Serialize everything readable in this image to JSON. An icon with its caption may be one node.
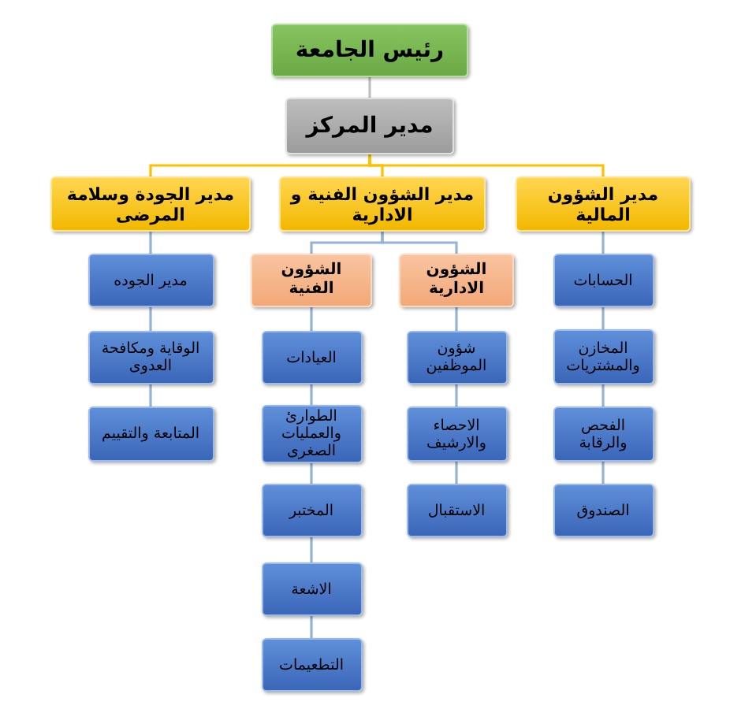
{
  "diagram": {
    "nodes": [
      {
        "text": [
          "رئيس الجامعة"
        ]
      },
      {
        "text": [
          "مدير المركز"
        ]
      },
      {
        "text": [
          "مدير الشؤون المالية"
        ]
      },
      {
        "text": [
          "مدير الشؤون الفنية و الادارية"
        ]
      },
      {
        "text": [
          "مدير الجودة وسلامة المرضى"
        ]
      },
      {
        "text": [
          "الحسابات"
        ]
      },
      {
        "text": [
          "المخازن والمشتريات"
        ]
      },
      {
        "text": [
          "الفحص والرقابة"
        ]
      },
      {
        "text": [
          "الصندوق"
        ]
      },
      {
        "text": [
          "الشؤون الادارية"
        ]
      },
      {
        "text": [
          "شؤون الموظفين"
        ]
      },
      {
        "text": [
          "الاحصاء والارشيف"
        ]
      },
      {
        "text": [
          "الاستقبال"
        ]
      },
      {
        "text": [
          "الشؤون الفنية"
        ]
      },
      {
        "text": [
          "العيادات"
        ]
      },
      {
        "text": [
          "الطوارئ والعمليات الصغرى"
        ]
      },
      {
        "text": [
          "المختبر"
        ]
      },
      {
        "text": [
          "الاشعة"
        ]
      },
      {
        "text": [
          "التطعيمات"
        ]
      },
      {
        "text": [
          "مدير الجوده"
        ]
      },
      {
        "text": [
          "الوقاية ومكافحة العدوى"
        ]
      },
      {
        "text": [
          "المتابعة والتقييم"
        ]
      }
    ],
    "edges": [
      {
        "from": 0,
        "to": 1,
        "arrow": "none",
        "color": "#bfbfbf"
      },
      {
        "from": 1,
        "to": 2,
        "arrow": "none",
        "color": "#ffc000"
      },
      {
        "from": 1,
        "to": 3,
        "arrow": "none",
        "color": "#ffc000"
      },
      {
        "from": 1,
        "to": 4,
        "arrow": "none",
        "color": "#ffc000"
      },
      {
        "from": 2,
        "to": 5,
        "arrow": "none"
      },
      {
        "from": 5,
        "to": 6,
        "arrow": "none"
      },
      {
        "from": 6,
        "to": 7,
        "arrow": "none"
      },
      {
        "from": 7,
        "to": 8,
        "arrow": "none"
      },
      {
        "from": 3,
        "to": 9,
        "arrow": "none"
      },
      {
        "from": 9,
        "to": 10,
        "arrow": "none"
      },
      {
        "from": 10,
        "to": 11,
        "arrow": "none"
      },
      {
        "from": 11,
        "to": 12,
        "arrow": "none"
      },
      {
        "from": 3,
        "to": 13,
        "arrow": "none"
      },
      {
        "from": 13,
        "to": 14,
        "arrow": "none"
      },
      {
        "from": 14,
        "to": 15,
        "arrow": "none"
      },
      {
        "from": 15,
        "to": 16,
        "arrow": "none"
      },
      {
        "from": 16,
        "to": 17,
        "arrow": "none"
      },
      {
        "from": 17,
        "to": 18,
        "arrow": "none"
      },
      {
        "from": 4,
        "to": 19,
        "arrow": "none"
      },
      {
        "from": 19,
        "to": 20,
        "arrow": "none"
      },
      {
        "from": 20,
        "to": 21,
        "arrow": "none"
      }
    ]
  }
}
